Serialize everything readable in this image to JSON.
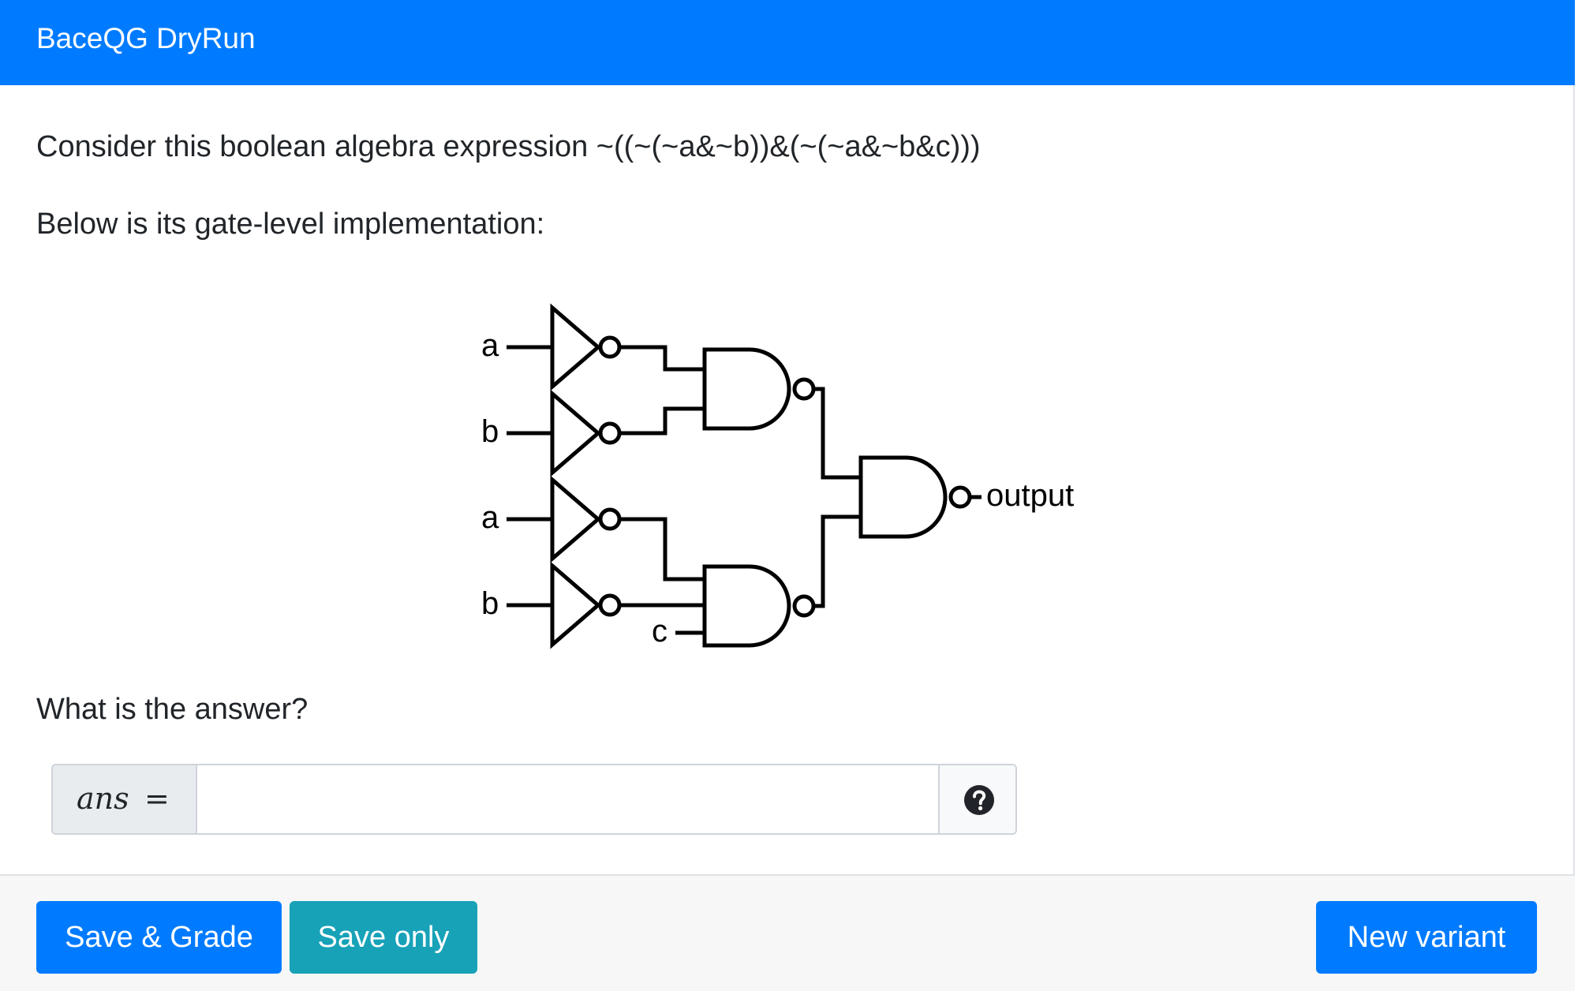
{
  "app": {
    "title": "BaceQG DryRun"
  },
  "question": {
    "intro_prefix": "Consider this boolean algebra expression",
    "expression": "~((~(~a&~b))&(~(~a&~b&c)))",
    "implementation_text": "Below is its gate-level implementation:",
    "prompt": "What is the answer?"
  },
  "circuit": {
    "inputs": [
      "a",
      "b",
      "a",
      "b",
      "c"
    ],
    "output_label": "output"
  },
  "answer_field": {
    "variable": "ans",
    "equals": "=",
    "value": "",
    "placeholder": "",
    "help_icon": "question-circle-icon"
  },
  "footer": {
    "save_grade_label": "Save & Grade",
    "save_only_label": "Save only",
    "new_variant_label": "New variant"
  },
  "colors": {
    "primary": "#007bff",
    "info": "#17a2b8",
    "footer_bg": "#f7f7f7"
  }
}
